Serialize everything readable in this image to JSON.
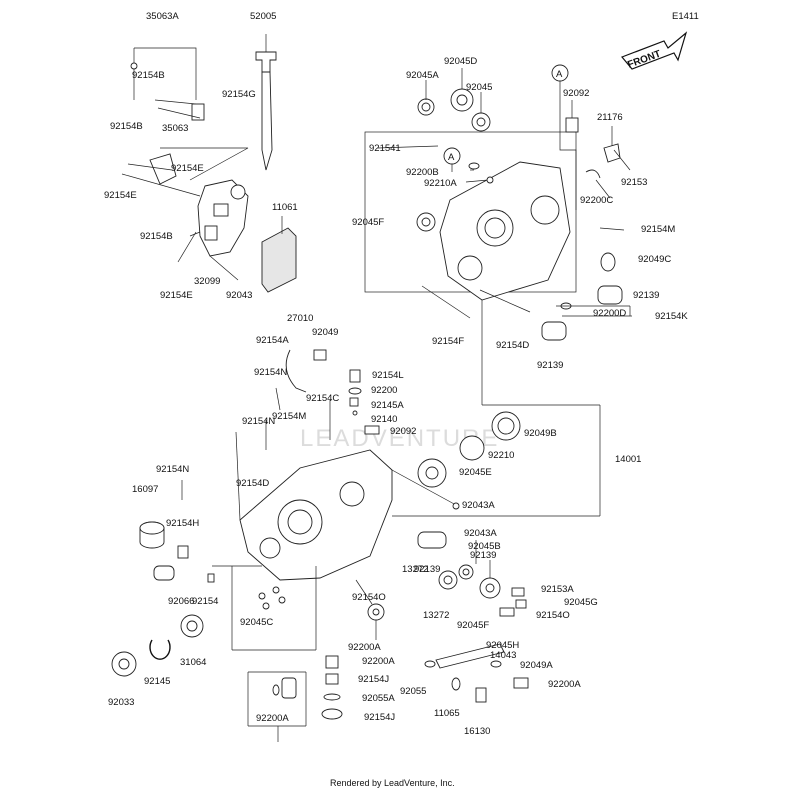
{
  "diagram_id": "E1411",
  "front_label": "FRONT",
  "watermark": "LEADVENTURE",
  "footer": "Rendered by LeadVenture, Inc.",
  "callouts": [
    "A",
    "A"
  ],
  "part_labels": [
    "35063A",
    "52005",
    "92154B",
    "92154G",
    "92154B",
    "35063",
    "92154E",
    "92154E",
    "92154B",
    "11061",
    "32099",
    "92154E",
    "92043",
    "92045D",
    "92045A",
    "92045",
    "92092",
    "21176",
    "921541",
    "92200B",
    "92210A",
    "92153",
    "92200C",
    "92045F",
    "92154M",
    "92049C",
    "92139",
    "92200D",
    "92154K",
    "92154F",
    "92154D",
    "92139",
    "27010",
    "92049",
    "92154A",
    "92154N",
    "92154L",
    "92200",
    "92154C",
    "92145A",
    "92140",
    "92154N",
    "92154M",
    "92092",
    "92049B",
    "92210",
    "92154D",
    "14001",
    "92045E",
    "92154N",
    "92043A",
    "16097",
    "92154H",
    "92139",
    "92043A",
    "92066",
    "92154",
    "92045C",
    "92045B",
    "92139",
    "13272",
    "92153A",
    "92154O",
    "92045G",
    "13272",
    "92154O",
    "92045F",
    "92200A",
    "92045H",
    "31064",
    "14043",
    "92200A",
    "92049A",
    "92033",
    "92145",
    "92154J",
    "92200A",
    "92055",
    "92055A",
    "92200A",
    "11065",
    "92154J",
    "16130"
  ]
}
